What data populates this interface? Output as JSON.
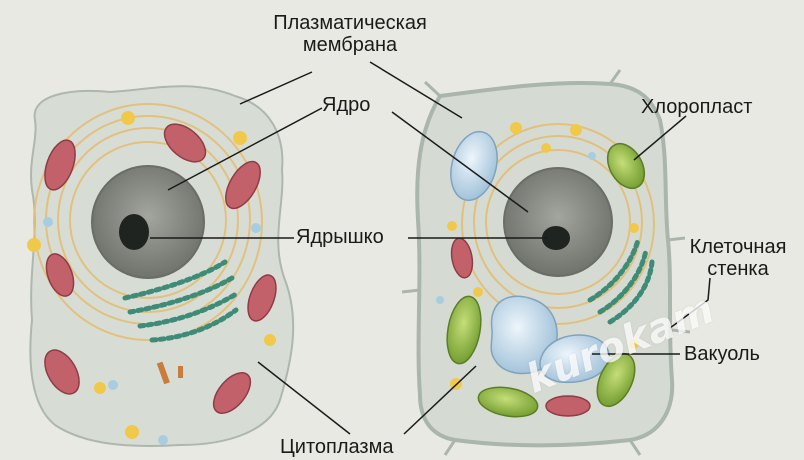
{
  "labels": {
    "plasma_membrane_line1": "Плазматическая",
    "plasma_membrane_line2": "мембрана",
    "nucleus": "Ядро",
    "chloroplast": "Хлоропласт",
    "nucleolus": "Ядрышко",
    "cell_wall_line1": "Клеточная",
    "cell_wall_line2": "стенка",
    "vacuole": "Вакуоль",
    "cytoplasm": "Цитоплазма"
  },
  "watermark": "kurokam",
  "colors": {
    "background": "#e9e9e3",
    "cytoplasm": "#d9e0d7",
    "nucleus": "#8c8f88",
    "nucleolus": "#202522",
    "mitochondria": "#c4606a",
    "chloroplast": "#93b84a",
    "vacuole": "#c6dcea",
    "golgi": "#3e8c77",
    "er": "#e3c07a"
  }
}
